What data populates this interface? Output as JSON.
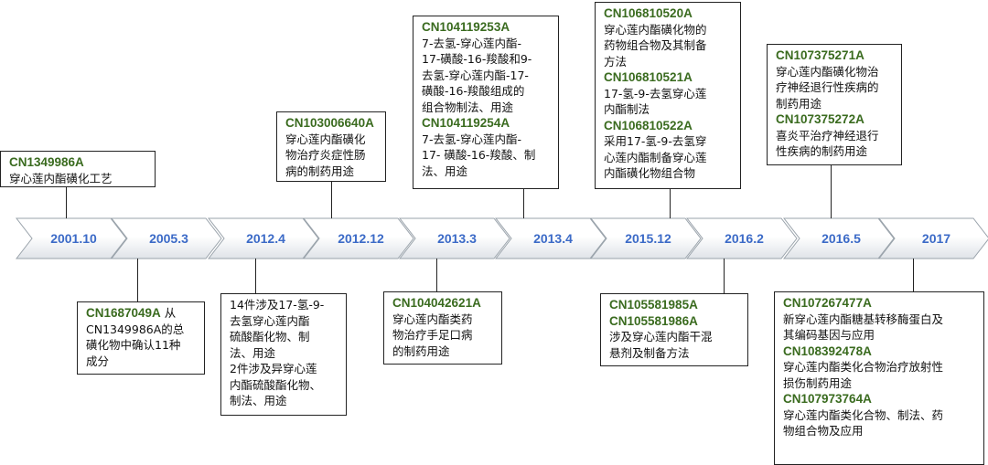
{
  "timeline": {
    "years": [
      "2001.10",
      "2005.3",
      "2012.4",
      "2012.12",
      "2013.3",
      "2013.4",
      "2015.12",
      "2016.2",
      "2016.5",
      "2017"
    ],
    "colors": {
      "label": "#3b6ac7",
      "code": "#3a6b1f",
      "arrow_stroke": "#9aa3ab"
    }
  },
  "top_boxes": [
    {
      "lines": [
        {
          "code": "CN1349986A"
        },
        {
          "text": "穿心莲内酯磺化工艺"
        }
      ]
    },
    {
      "lines": [
        {
          "code": "CN103006640A"
        },
        {
          "text": "穿心莲内酯磺化"
        },
        {
          "text": "物治疗炎症性肠"
        },
        {
          "text": "病的制药用途"
        }
      ]
    },
    {
      "lines": [
        {
          "code": "CN104119253A"
        },
        {
          "text": "7-去氢-穿心莲内酯-"
        },
        {
          "text": "17-磺酸-16-羧酸和9-"
        },
        {
          "text": "去氢-穿心莲内酯-17-"
        },
        {
          "text": "磺酸-16-羧酸组成的"
        },
        {
          "text": "组合物制法、用途"
        },
        {
          "code": "CN104119254A"
        },
        {
          "text": "7-去氢-穿心莲内酯-"
        },
        {
          "text": "17- 磺酸-16-羧酸、制"
        },
        {
          "text": "法、用途"
        }
      ]
    },
    {
      "lines": [
        {
          "code": "CN106810520A"
        },
        {
          "text": "穿心莲内酯磺化物的"
        },
        {
          "text": "药物组合物及其制备"
        },
        {
          "text": "方法"
        },
        {
          "code": "CN106810521A"
        },
        {
          "text": "17-氢-9-去氢穿心莲"
        },
        {
          "text": "内酯制法"
        },
        {
          "code": "CN106810522A"
        },
        {
          "text": "采用17-氢-9-去氢穿"
        },
        {
          "text": "心莲内酯制备穿心莲"
        },
        {
          "text": "内酯磺化物组合物"
        }
      ]
    },
    {
      "lines": [
        {
          "code": "CN107375271A"
        },
        {
          "text": "穿心莲内酯磺化物治"
        },
        {
          "text": "疗神经退行性疾病的"
        },
        {
          "text": "制药用途"
        },
        {
          "code": "CN107375272A"
        },
        {
          "text": "喜炎平治疗神经退行"
        },
        {
          "text": "性疾病的制药用途"
        }
      ]
    }
  ],
  "bottom_boxes": [
    {
      "lines": [
        {
          "code": "CN1687049A",
          "suffix": " 从"
        },
        {
          "text": "CN1349986A的总"
        },
        {
          "text": "磺化物中确认11种"
        },
        {
          "text": "成分"
        }
      ]
    },
    {
      "lines": [
        {
          "text": "14件涉及17-氢-9-"
        },
        {
          "text": "去氢穿心莲内酯"
        },
        {
          "text": "硫酸酯化物、制"
        },
        {
          "text": "法、用途"
        },
        {
          "text": "2件涉及异穿心莲"
        },
        {
          "text": "内酯硫酸酯化物、"
        },
        {
          "text": "制法、用途"
        }
      ]
    },
    {
      "lines": [
        {
          "code": "CN104042621A"
        },
        {
          "text": "穿心莲内酯类药"
        },
        {
          "text": "物治疗手足口病"
        },
        {
          "text": "的制药用途"
        }
      ]
    },
    {
      "lines": [
        {
          "code": "CN105581985A"
        },
        {
          "code": "CN105581986A"
        },
        {
          "text": "涉及穿心莲内酯干混"
        },
        {
          "text": "悬剂及制备方法"
        }
      ]
    },
    {
      "lines": [
        {
          "code": "CN107267477A"
        },
        {
          "text": "新穿心莲内酯糖基转移酶蛋白及"
        },
        {
          "text": "其编码基因与应用"
        },
        {
          "code": "CN108392478A"
        },
        {
          "text": "穿心莲内酯类化合物治疗放射性"
        },
        {
          "text": "损伤制药用途"
        },
        {
          "code": "CN107973764A"
        },
        {
          "text": "穿心莲内酯类化合物、制法、药"
        },
        {
          "text": "物组合物及应用"
        }
      ]
    }
  ]
}
